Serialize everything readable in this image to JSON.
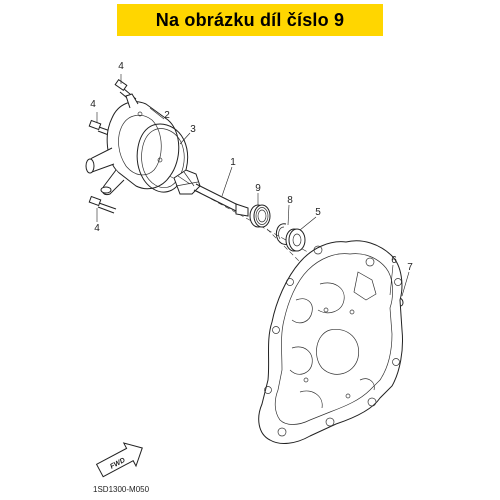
{
  "banner": {
    "text": "Na obrázku díl číslo 9",
    "color": "#ffd600"
  },
  "callouts": {
    "c1": "1",
    "c2": "2",
    "c3": "3",
    "c4a": "4",
    "c4b": "4",
    "c4c": "4",
    "c5": "5",
    "c6": "6",
    "c7": "7",
    "c8": "8",
    "c9": "9"
  },
  "fwd_label": "FWD",
  "diagram_code": "1SD1300-M050"
}
